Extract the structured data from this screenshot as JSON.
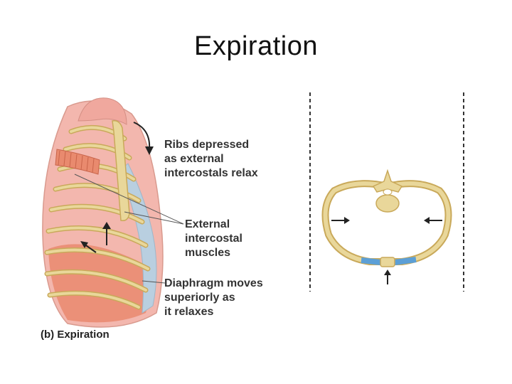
{
  "slide": {
    "title": "Expiration"
  },
  "figure": {
    "caption": "(b) Expiration",
    "labels": {
      "ribs": [
        "Ribs depressed",
        "as external",
        "intercostals relax"
      ],
      "external_intercostal": [
        "External",
        "intercostal",
        "muscles"
      ],
      "diaphragm": [
        "Diaphragm moves",
        "superiorly as",
        "it relaxes"
      ]
    }
  },
  "colors": {
    "bone": "#e9d79a",
    "bone_outline": "#c9a95a",
    "lung": "#f3b7ae",
    "muscle": "#e98a6e",
    "cartilage": "#b9cfe0",
    "cartilage_blue": "#5c9fd6",
    "arrow": "#222222",
    "text": "#333333"
  }
}
